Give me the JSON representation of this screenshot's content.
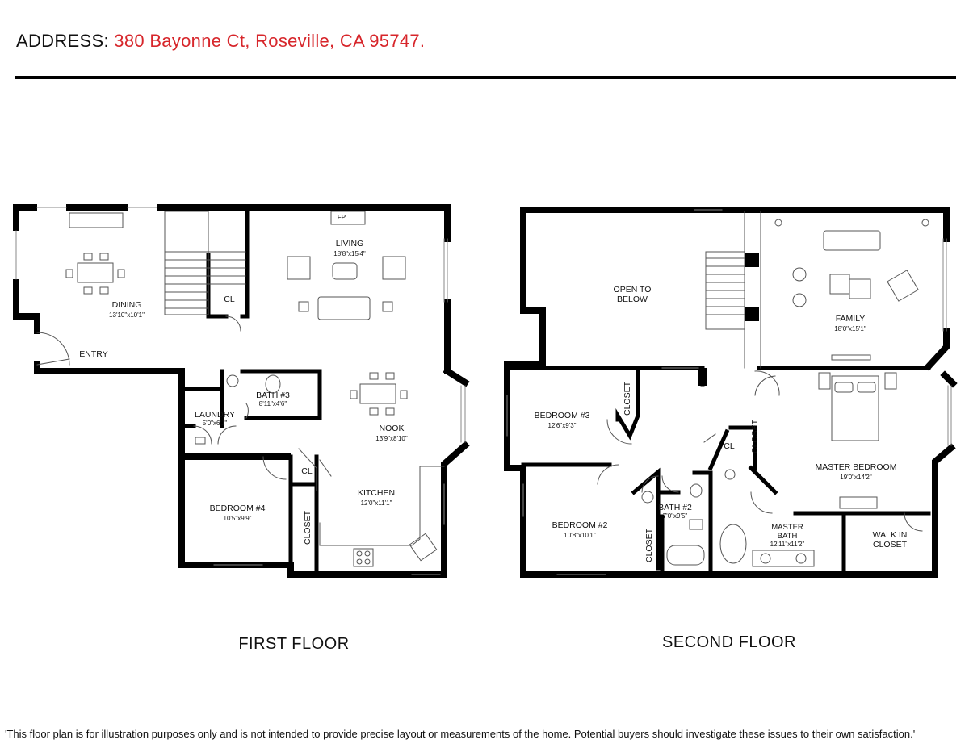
{
  "header": {
    "address_label": "ADDRESS:",
    "address_value": "380 Bayonne Ct, Roseville, CA 95747."
  },
  "first_floor": {
    "title": "FIRST FLOOR",
    "rooms": {
      "dining": {
        "name": "DINING",
        "dims": "13'10\"x10'1\""
      },
      "entry": {
        "name": "ENTRY"
      },
      "cl": {
        "name": "CL"
      },
      "living": {
        "name": "LIVING",
        "dims": "18'8\"x15'4\""
      },
      "fp": {
        "name": "FP"
      },
      "bath3": {
        "name": "BATH #3",
        "dims": "8'11\"x4'6\""
      },
      "laundry": {
        "name": "LAUNDRY",
        "dims": "5'0\"x6'1\""
      },
      "nook": {
        "name": "NOOK",
        "dims": "13'9\"x8'10\""
      },
      "bedroom4": {
        "name": "BEDROOM #4",
        "dims": "10'5\"x9'9\""
      },
      "cl2": {
        "name": "CL"
      },
      "closet": {
        "name": "CLOSET"
      },
      "kitchen": {
        "name": "KITCHEN",
        "dims": "12'0\"x11'1\""
      }
    }
  },
  "second_floor": {
    "title": "SECOND FLOOR",
    "rooms": {
      "open_to_below": {
        "line1": "OPEN TO",
        "line2": "BELOW"
      },
      "family": {
        "name": "FAMILY",
        "dims": "18'0\"x15'1\""
      },
      "bedroom3": {
        "name": "BEDROOM #3",
        "dims": "12'6\"x9'3\""
      },
      "closet_b3": {
        "name": "CLOSET"
      },
      "closet_c": {
        "name": "CLOSET"
      },
      "cl": {
        "name": "CL"
      },
      "master_bedroom": {
        "name": "MASTER BEDROOM",
        "dims": "19'0\"x14'2\""
      },
      "bedroom2": {
        "name": "BEDROOM #2",
        "dims": "10'8\"x10'1\""
      },
      "bath2": {
        "name": "BATH #2",
        "dims": "7'0\"x9'5\""
      },
      "closet_b2": {
        "name": "CLOSET"
      },
      "master_bath": {
        "line1": "MASTER",
        "line2": "BATH",
        "dims": "12'11\"x11'2\""
      },
      "walk_in": {
        "line1": "WALK IN",
        "line2": "CLOSET"
      }
    }
  },
  "disclaimer": "'This floor plan is for illustration purposes only and is not intended to provide precise layout or measurements of the home. Potential buyers should investigate these issues to their own satisfaction.'"
}
